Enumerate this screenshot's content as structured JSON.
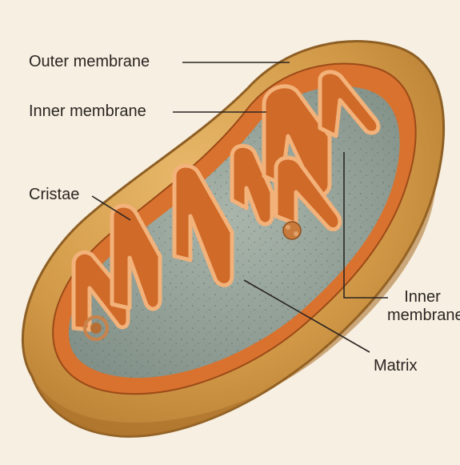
{
  "labels": {
    "outer_membrane": "Outer membrane",
    "inner_membrane_top": "Inner membrane",
    "cristae": "Cristae",
    "inner_membrane_right_line1": "Inner",
    "inner_membrane_right_line2": "membrane",
    "matrix": "Matrix"
  },
  "colors": {
    "background": "#f7efe1",
    "outer_membrane": "#c8923c",
    "inner_membrane": "#d9722e",
    "cristae_highlight": "#f2b27a",
    "matrix": "#9aa79e",
    "label_text": "#2a2522"
  }
}
